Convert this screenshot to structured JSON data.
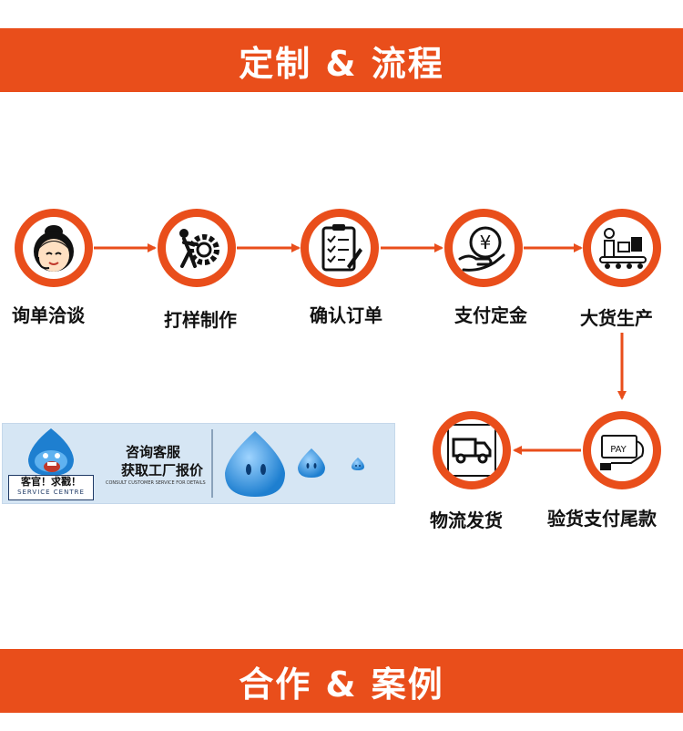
{
  "banners": {
    "top": "定制 & 流程",
    "bottom": "合作 & 案例"
  },
  "steps": [
    {
      "label": "询单洽谈",
      "icon": "customer-service-icon"
    },
    {
      "label": "打样制作",
      "icon": "gear-worker-icon"
    },
    {
      "label": "确认订单",
      "icon": "checklist-icon"
    },
    {
      "label": "支付定金",
      "icon": "yuan-coin-hand-icon"
    },
    {
      "label": "大货生产",
      "icon": "production-line-icon"
    },
    {
      "label": "验货支付尾款",
      "icon": "pay-card-icon"
    },
    {
      "label": "物流发货",
      "icon": "delivery-truck-icon"
    }
  ],
  "ad": {
    "badge_line1": "客官！求戳！",
    "badge_line2": "SERVICE CENTRE",
    "line1": "咨询客服",
    "line2": "获取工厂报价",
    "small": "CONSULT CUSTOMER SERVICE FOR DETAILS"
  },
  "colors": {
    "accent": "#e94e1b",
    "ad_background": "#d6e6f4",
    "mascot": "#1e7fd0"
  }
}
